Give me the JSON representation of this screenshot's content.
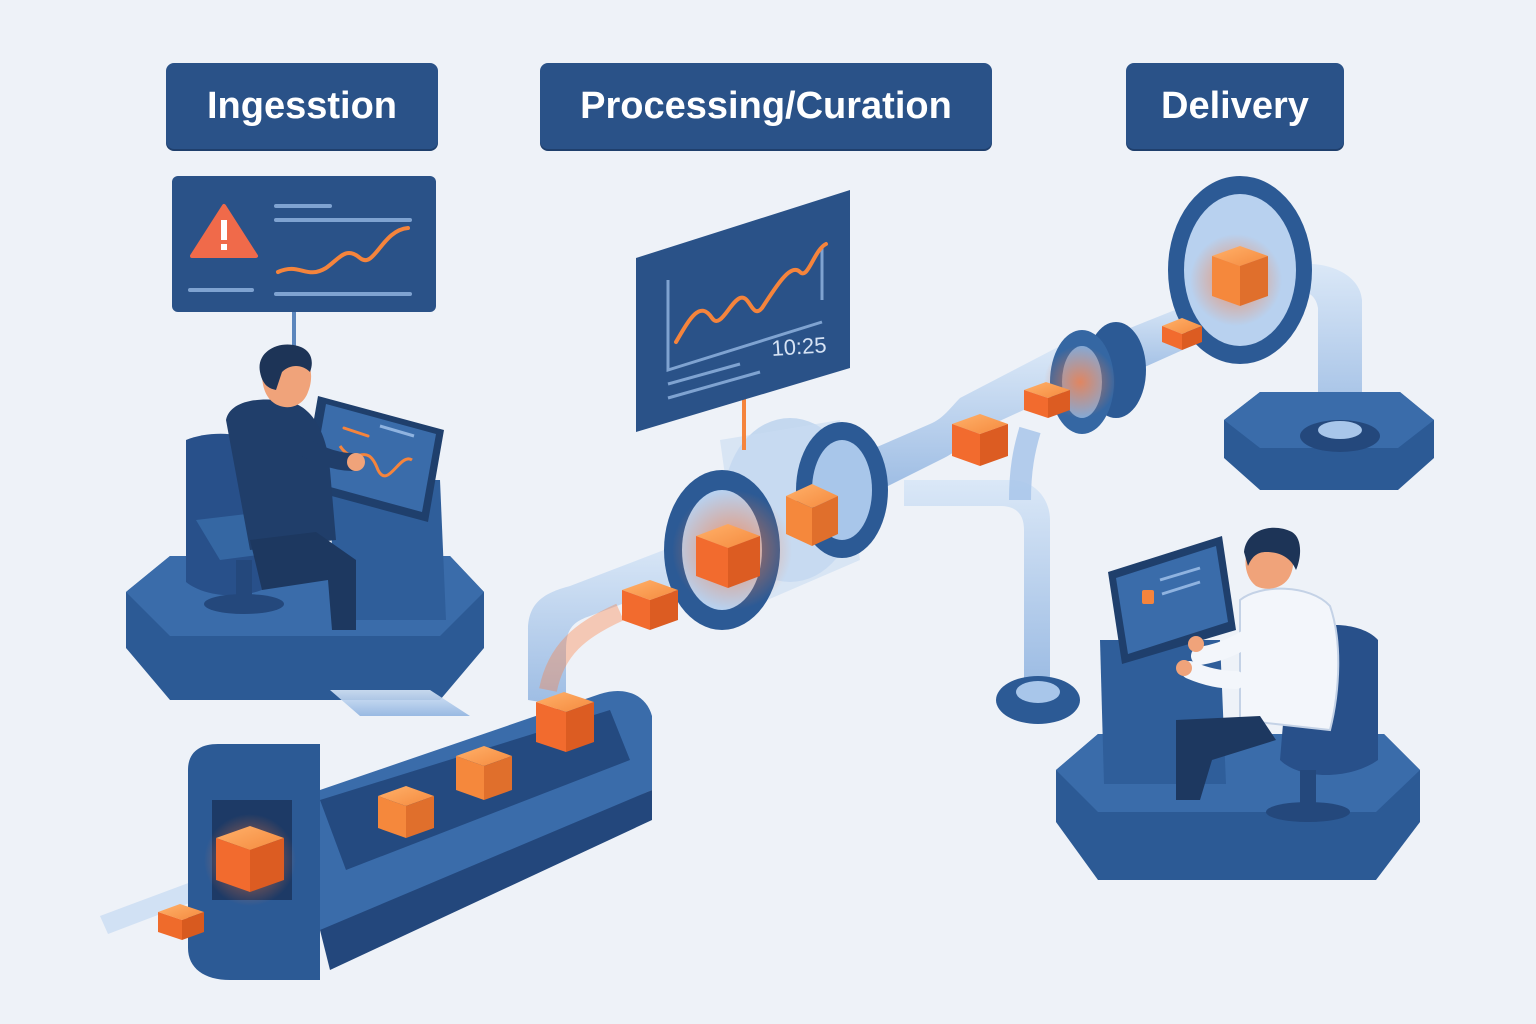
{
  "stages": {
    "ingestion": "Ingesstion",
    "processing": "Processing/Curation",
    "delivery": "Delivery"
  },
  "monitor_center": {
    "time": "10:25"
  },
  "icons": {
    "alert": "warning-triangle-icon",
    "chart": "line-chart-icon"
  },
  "colors": {
    "navy": "#2a5288",
    "accent_orange": "#f26b2e",
    "pipe": "#a8c6ea",
    "background": "#eef2f8"
  }
}
